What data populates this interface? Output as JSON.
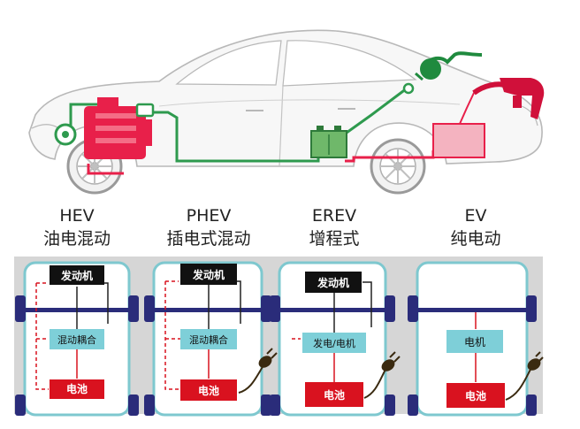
{
  "columns": [
    {
      "code": "HEV",
      "name": "油电混动",
      "engine": "发动机",
      "unit": "混动耦合",
      "battery": "电池",
      "has_engine": true,
      "has_plug": false
    },
    {
      "code": "PHEV",
      "name": "插电式混动",
      "engine": "发动机",
      "unit": "混动耦合",
      "battery": "电池",
      "has_engine": true,
      "has_plug": true
    },
    {
      "code": "EREV",
      "name": "增程式",
      "engine": "发动机",
      "unit": "发电/电机",
      "battery": "电池",
      "has_engine": true,
      "has_plug": true
    },
    {
      "code": "EV",
      "name": "纯电动",
      "engine": "",
      "unit": "电机",
      "battery": "电池",
      "has_engine": false,
      "has_plug": true
    }
  ],
  "colors": {
    "engine": "#e8204a",
    "battery_line": "#e8204a",
    "electric_line": "#2e9a4e",
    "plug": "#1f8a3e",
    "fuel_nozzle": "#d0103a",
    "tank": "#f4b3c0",
    "cyan_box": "#7ecfd8",
    "red_box": "#d9121f",
    "black_box": "#111111",
    "wheel": "#2a2c7a",
    "axle": "#2a2c7a",
    "frame": "#7ec8cf",
    "panel_bg": "#d6d6d6"
  }
}
